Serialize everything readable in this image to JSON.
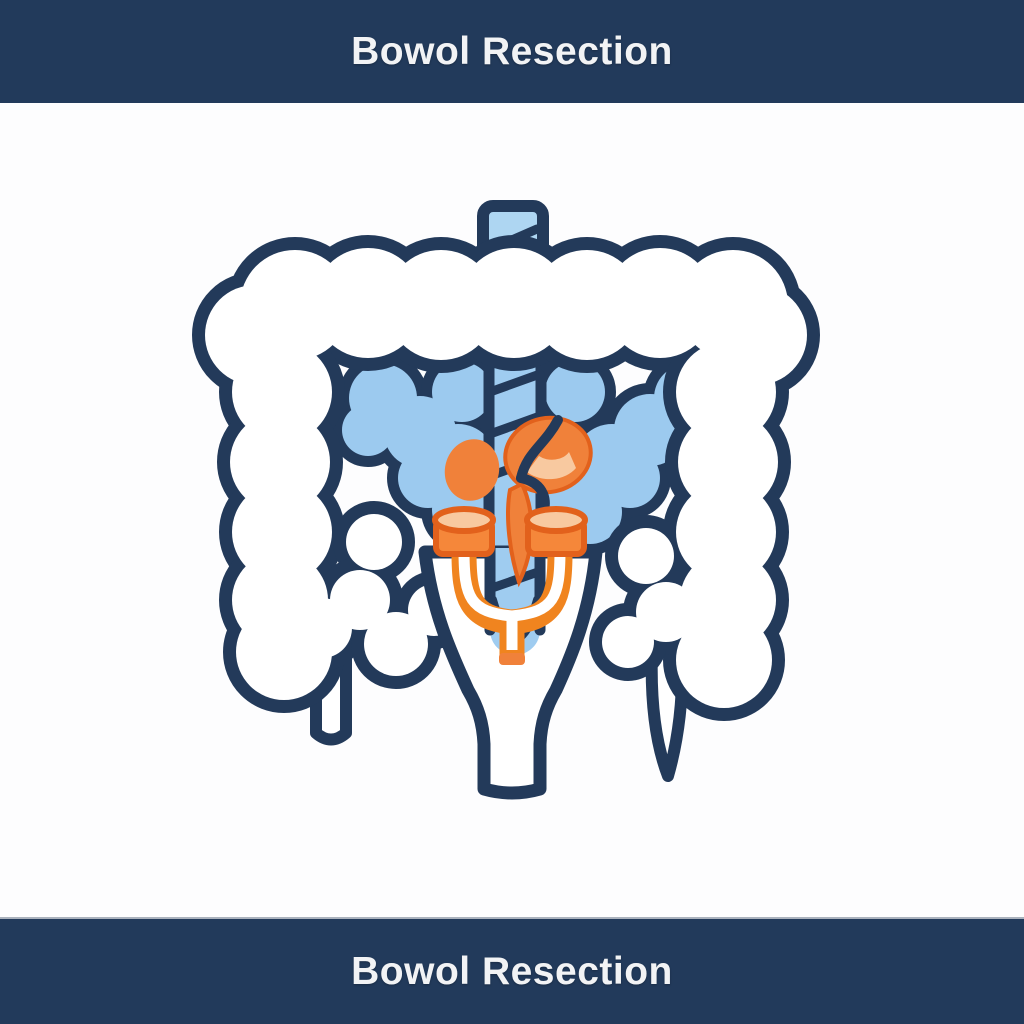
{
  "header": {
    "title": "Bowol Resection"
  },
  "footer": {
    "title": "Bowol Resection"
  },
  "illustration": {
    "name": "bowel-resection-diagram",
    "parts": [
      "large-intestine-outline",
      "small-intestine-coils",
      "ileum-striped-tube",
      "resection-site-highlight",
      "bowel-cut-ends",
      "anastomosis-y-connector",
      "rectum-funnel",
      "cecum-tail",
      "sigmoid-tail"
    ],
    "colors": {
      "bar_background": "#223a5b",
      "title_text": "#f2f3f5",
      "outline_navy": "#233a5a",
      "intestine_blue": "#9ccaef",
      "tube_blue": "#aed6f2",
      "resection_orange": "#f0813a",
      "orange_outline": "#e2611c",
      "cut_surface_peach": "#f8c9a0",
      "background": "#fdfdfe"
    }
  }
}
